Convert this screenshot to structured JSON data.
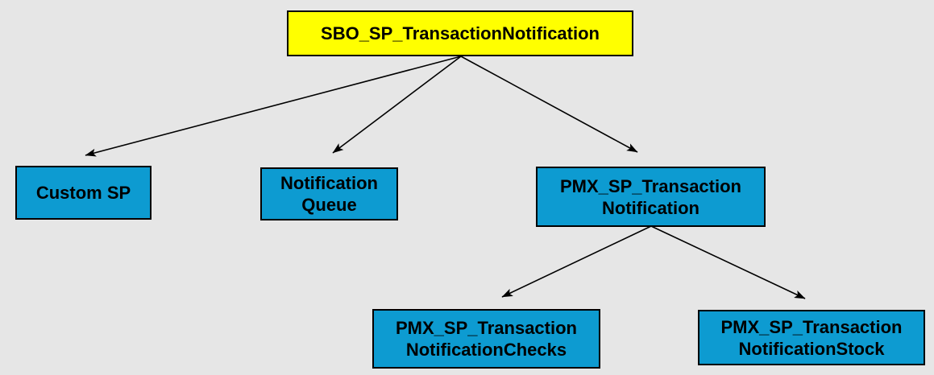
{
  "diagram": {
    "background_color": "#E6E6E6",
    "colors": {
      "root_fill": "#FFFF00",
      "node_fill": "#0D9BD1",
      "border": "#000000",
      "text": "#000000",
      "arrow": "#000000"
    },
    "nodes": {
      "root": {
        "line1": "SBO_SP_TransactionNotification"
      },
      "custom_sp": {
        "line1": "Custom SP"
      },
      "notification_queue": {
        "line1": "Notification",
        "line2": "Queue"
      },
      "pmx_main": {
        "line1": "PMX_SP_Transaction",
        "line2": "Notification"
      },
      "pmx_checks": {
        "line1": "PMX_SP_Transaction",
        "line2": "NotificationChecks"
      },
      "pmx_stock": {
        "line1": "PMX_SP_Transaction",
        "line2": "NotificationStock"
      }
    },
    "edges": [
      {
        "from": "root",
        "to": "custom_sp"
      },
      {
        "from": "root",
        "to": "notification_queue"
      },
      {
        "from": "root",
        "to": "pmx_main"
      },
      {
        "from": "pmx_main",
        "to": "pmx_checks"
      },
      {
        "from": "pmx_main",
        "to": "pmx_stock"
      }
    ]
  }
}
